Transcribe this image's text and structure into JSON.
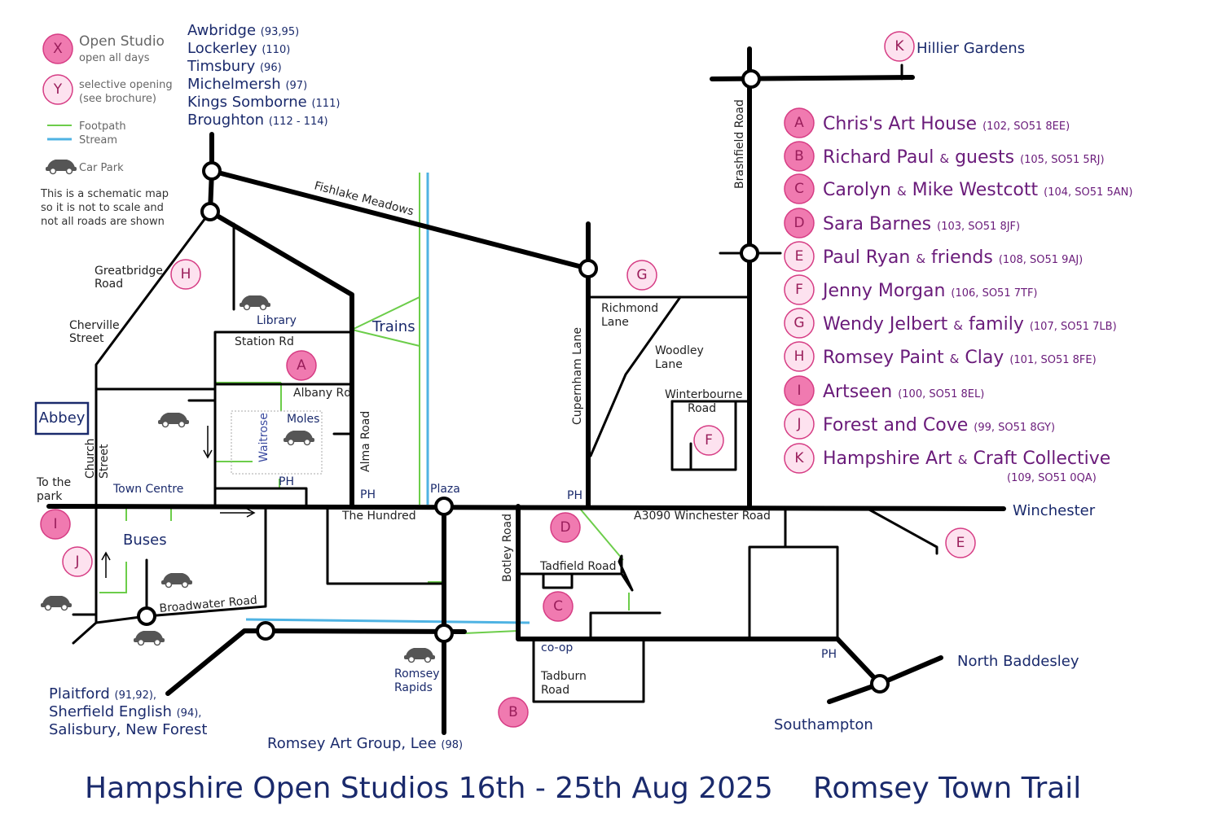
{
  "legend_key": {
    "open_studio": {
      "marker": "X",
      "title": "Open Studio",
      "subtitle": "open all days"
    },
    "selective": {
      "marker": "Y",
      "line1": "selective opening",
      "line2": "(see brochure)"
    },
    "footpath": "Footpath",
    "stream": "Stream",
    "car_park": "Car Park",
    "note": [
      "This is a schematic map",
      "so it is not to scale and",
      "not all roads are shown"
    ]
  },
  "colors": {
    "road": "#000000",
    "footpath": "#6ccd4a",
    "stream": "#4fb3e3",
    "studio_open": "#f07ab0",
    "studio_selective": "#fde2ef",
    "studio_border": "#d63c84",
    "place": "#1a2a6c",
    "studio_text": "#6a1b7a"
  },
  "directions_north": [
    {
      "name": "Awbridge",
      "ref": "(93,95)"
    },
    {
      "name": "Lockerley",
      "ref": "(110)"
    },
    {
      "name": "Timsbury",
      "ref": "(96)"
    },
    {
      "name": "Michelmersh",
      "ref": "(97)"
    },
    {
      "name": "Kings Somborne",
      "ref": "(111)"
    },
    {
      "name": "Broughton",
      "ref": "(112 - 114)"
    }
  ],
  "directions_southwest": [
    {
      "name": "Plaitford",
      "ref": "(91,92),"
    },
    {
      "name": "Sherfield English",
      "ref": "(94),"
    },
    {
      "name": "Salisbury, New Forest",
      "ref": ""
    }
  ],
  "places": {
    "abbey": "Abbey",
    "to_the_park": [
      "To the",
      "park"
    ],
    "town_centre": "Town Centre",
    "buses": "Buses",
    "trains": "Trains",
    "library": "Library",
    "waitrose": "Waitrose",
    "moles": "Moles",
    "plaza": "Plaza",
    "winchester": "Winchester",
    "north_baddesley": "North Baddesley",
    "southampton": "Southampton",
    "co_op": "co-op",
    "romsey_rapids": [
      "Romsey",
      "Rapids"
    ],
    "romsey_art_group": "Romsey Art Group, Lee",
    "romsey_art_group_ref": "(98)",
    "hillier_gardens": "Hillier Gardens",
    "ph": "PH"
  },
  "roads": {
    "fishlake_meadows": "Fishlake Meadows",
    "brashfield_road": "Brashfield Road",
    "greatbridge_road": [
      "Greatbridge",
      "Road"
    ],
    "cherville_street": [
      "Cherville",
      "Street"
    ],
    "station_rd": "Station Rd",
    "albany_rd": "Albany Rd",
    "alma_road": "Alma Road",
    "church_street": [
      "Church",
      "Street"
    ],
    "the_hundred": "The Hundred",
    "broadwater_road": "Broadwater Road",
    "botley_road": "Botley Road",
    "cupernham_lane": "Cupernham Lane",
    "richmond_lane": [
      "Richmond",
      "Lane"
    ],
    "woodley_lane": [
      "Woodley",
      "Lane"
    ],
    "winterbourne_road": [
      "Winterbourne",
      "Road"
    ],
    "a3090": "A3090 Winchester Road",
    "tadfield_road": "Tadfield Road",
    "tadburn_road": [
      "Tadburn",
      "Road"
    ]
  },
  "studios": [
    {
      "letter": "A",
      "open_all_days": true,
      "name1": "Chris's Art House",
      "amp": "",
      "name2": "",
      "ref": "(102, SO51 8EE)"
    },
    {
      "letter": "B",
      "open_all_days": true,
      "name1": "Richard Paul",
      "amp": "&",
      "name2": "guests",
      "ref": "(105, SO51 5RJ)"
    },
    {
      "letter": "C",
      "open_all_days": true,
      "name1": "Carolyn",
      "amp": "&",
      "name2": "Mike Westcott",
      "ref": "(104, SO51 5AN)"
    },
    {
      "letter": "D",
      "open_all_days": true,
      "name1": "Sara Barnes",
      "amp": "",
      "name2": "",
      "ref": "(103, SO51 8JF)"
    },
    {
      "letter": "E",
      "open_all_days": false,
      "name1": "Paul Ryan",
      "amp": "&",
      "name2": "friends",
      "ref": "(108, SO51 9AJ)"
    },
    {
      "letter": "F",
      "open_all_days": false,
      "name1": "Jenny Morgan",
      "amp": "",
      "name2": "",
      "ref": "(106, SO51 7TF)"
    },
    {
      "letter": "G",
      "open_all_days": false,
      "name1": "Wendy Jelbert",
      "amp": "&",
      "name2": "family",
      "ref": "(107, SO51 7LB)"
    },
    {
      "letter": "H",
      "open_all_days": false,
      "name1": "Romsey Paint",
      "amp": "&",
      "name2": "Clay",
      "ref": "(101, SO51 8FE)"
    },
    {
      "letter": "I",
      "open_all_days": true,
      "name1": "Artseen",
      "amp": "",
      "name2": "",
      "ref": "(100, SO51 8EL)"
    },
    {
      "letter": "J",
      "open_all_days": false,
      "name1": "Forest and Cove",
      "amp": "",
      "name2": "",
      "ref": "(99, SO51 8GY)"
    },
    {
      "letter": "K",
      "open_all_days": false,
      "name1": "Hampshire Art",
      "amp": "&",
      "name2": "Craft Collective",
      "ref": "(109, SO51 0QA)"
    }
  ],
  "footer": {
    "left": "Hampshire Open Studios 16th - 25th Aug 2025",
    "right": "Romsey Town Trail"
  }
}
